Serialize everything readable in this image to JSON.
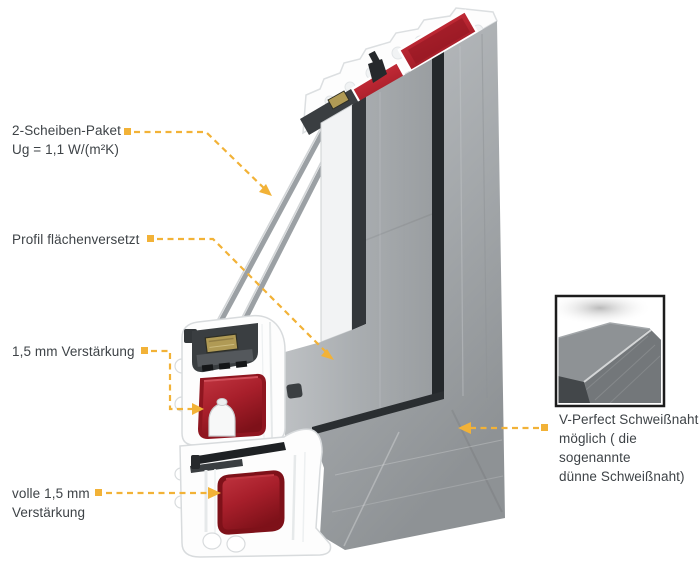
{
  "annotations": [
    {
      "id": "glazing-package",
      "lines": [
        "2-Scheiben-Paket",
        "Ug = 1,1 W/(m²K)"
      ]
    },
    {
      "id": "profile-offset",
      "lines": [
        "Profil flächenversetzt"
      ]
    },
    {
      "id": "sash-reinforcement",
      "lines": [
        "1,5 mm Verstärkung"
      ]
    },
    {
      "id": "frame-reinforcement",
      "lines": [
        "volle 1,5 mm",
        "Verstärkung"
      ]
    },
    {
      "id": "v-perfect-weld",
      "lines": [
        "V-Perfect Schweißnaht",
        "möglich ( die",
        "sogenannte",
        "dünne Schweißnaht)"
      ]
    }
  ],
  "colors": {
    "leader_accent": "#F2B237",
    "annotation_text": "#3E4347",
    "steel_reinforcement_red": "#B22430",
    "aluminium_gray": "#A6AAAD",
    "gasket_dark": "#2F3336",
    "pvc_white": "#FFFFFF",
    "glazing_spacer_brass": "#B09A55",
    "detail_box_border": "#1C1C1C"
  }
}
